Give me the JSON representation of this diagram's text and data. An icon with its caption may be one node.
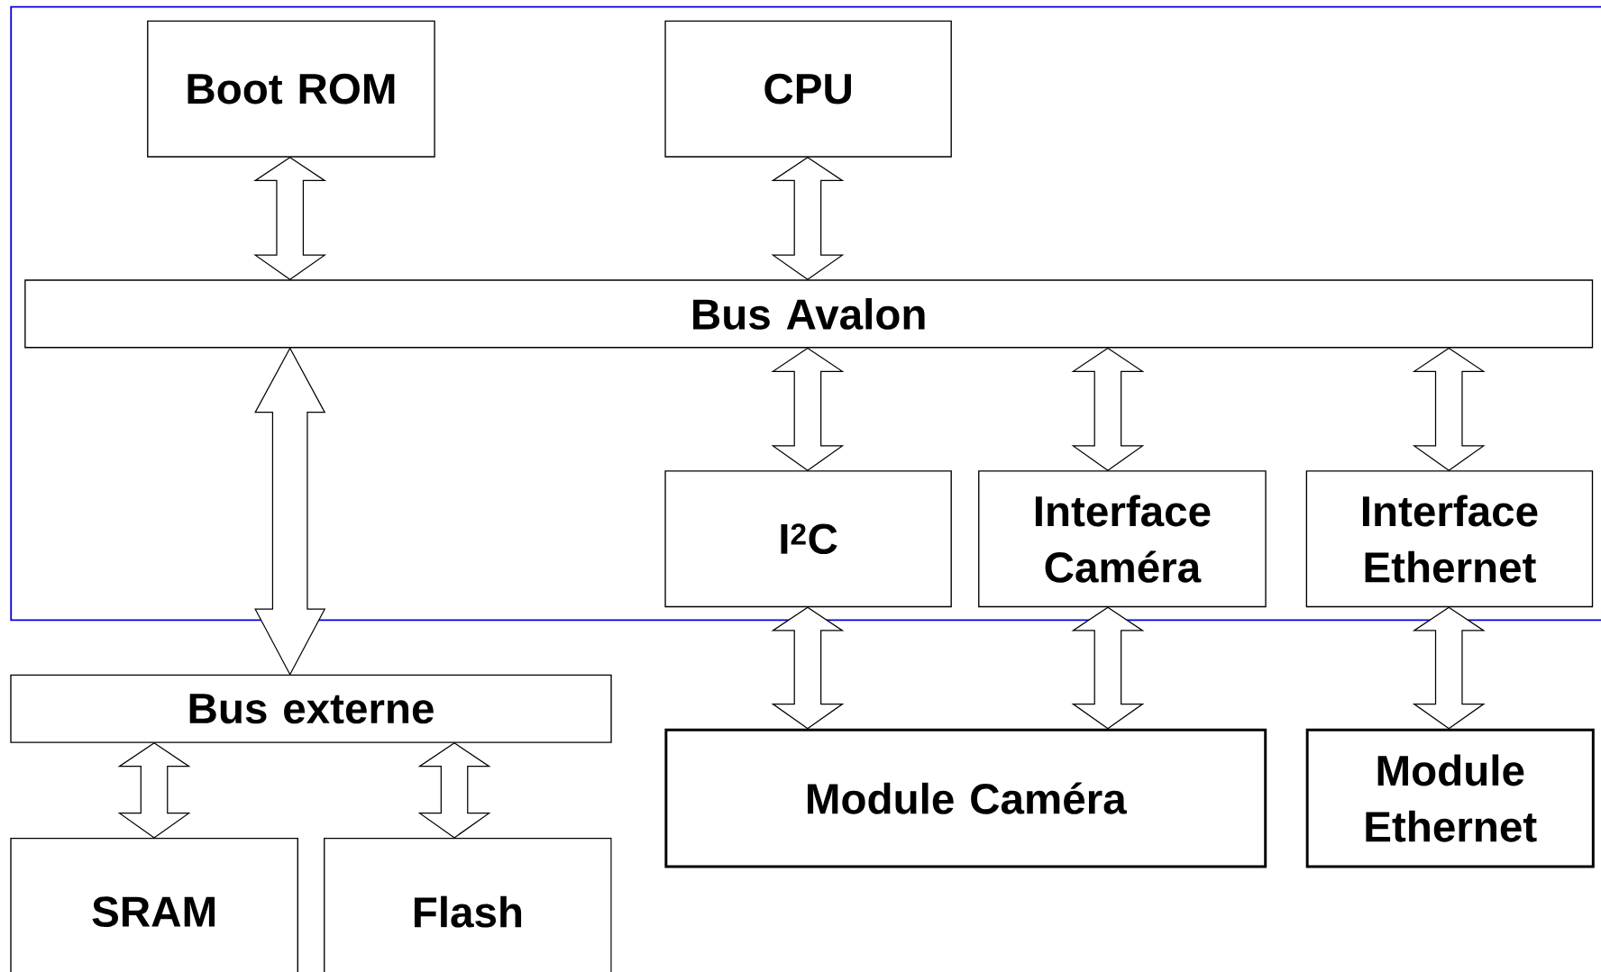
{
  "diagram": {
    "nodes": [
      {
        "text": [],
        "shape": "box"
      },
      {
        "text": [
          "Boot ROM"
        ],
        "in": 0
      },
      {
        "text": [
          "CPU"
        ],
        "in": 0
      },
      {
        "text": [
          "Bus Avalon"
        ],
        "in": 0
      },
      {
        "text": [
          "I$^{2}$C"
        ],
        "in": 0
      },
      {
        "text": [
          "Interface Caméra"
        ],
        "in": 0
      },
      {
        "text": [
          "Interface Ethernet"
        ],
        "in": 0
      },
      {
        "text": [
          "Bus externe"
        ]
      },
      {
        "text": [
          "Module Caméra"
        ]
      },
      {
        "text": [
          "Module Ethernet"
        ]
      },
      {
        "text": [
          "SRAM"
        ]
      },
      {
        "text": [
          "Flash"
        ]
      }
    ],
    "edges": [
      {
        "from": 1,
        "to": 3,
        "arrow": "both"
      },
      {
        "from": 2,
        "to": 3,
        "arrow": "both"
      },
      {
        "from": 3,
        "to": 4,
        "arrow": "both"
      },
      {
        "from": 3,
        "to": 5,
        "arrow": "both"
      },
      {
        "from": 3,
        "to": 6,
        "arrow": "both"
      },
      {
        "from": 3,
        "to": 7,
        "arrow": "both"
      },
      {
        "from": 4,
        "to": 8,
        "arrow": "both"
      },
      {
        "from": 5,
        "to": 8,
        "arrow": "both"
      },
      {
        "from": 6,
        "to": 9,
        "arrow": "both"
      },
      {
        "from": 7,
        "to": 10,
        "arrow": "both"
      },
      {
        "from": 7,
        "to": 11,
        "arrow": "both"
      }
    ]
  }
}
